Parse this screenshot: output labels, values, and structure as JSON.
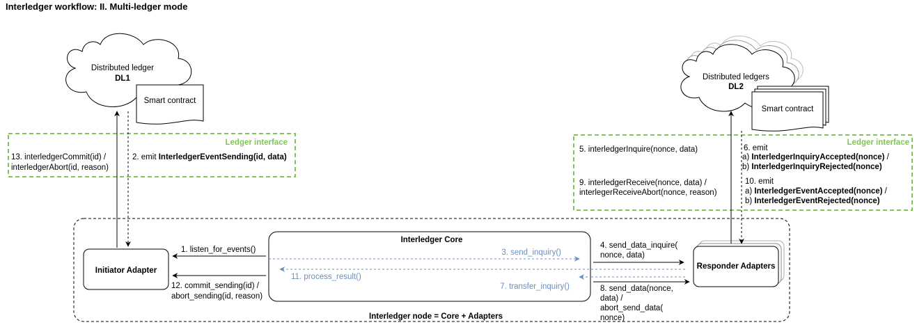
{
  "title": "Interledger workflow: II. Multi-ledger mode",
  "dl1": {
    "line1": "Distributed ledger",
    "line2": "DL1",
    "contract": "Smart contract"
  },
  "dl2": {
    "line1": "Distributed ledgers",
    "line2": "DL2",
    "contract": "Smart contract"
  },
  "interface_label": "Ledger interface",
  "left_interface": {
    "commit_line1": "13. interledgerCommit(id) /",
    "commit_line2": "interledgerAbort(id, reason)",
    "emit_prefix": "2. emit ",
    "emit_event": "InterledgerEventSending(id, data)"
  },
  "right_interface": {
    "inquire": "5. interledgerInquire(nonce, data)",
    "receive_line1": "9. interledgerReceive(nonce, data) /",
    "receive_line2": "interlegerReceiveAbort(nonce, reason)",
    "emit6": "6. emit",
    "emit6_a_prefix": "a) ",
    "emit6_a": "InterledgerInquiryAccepted(nonce)",
    "emit6_a_suffix": " /",
    "emit6_b_prefix": "b) ",
    "emit6_b": "InterledgerInquiryRejected(nonce)",
    "emit10": "10. emit",
    "emit10_a_prefix": "a) ",
    "emit10_a": "InterledgerEventAccepted(nonce)",
    "emit10_a_suffix": " /",
    "emit10_b_prefix": "b) ",
    "emit10_b": "InterledgerEventRejected(nonce)"
  },
  "node": {
    "label": "Interledger node = Core + Adapters",
    "core": "Interledger Core",
    "initiator": "Initiator Adapter",
    "responder": "Responder Adapters"
  },
  "arrows": {
    "listen": "1. listen_for_events()",
    "send_inquiry": "3. send_inquiry()",
    "inquire_line1": "4. send_data_inquire(",
    "inquire_line2": "nonce, data)",
    "process_result": "11. process_result()",
    "transfer_inquiry": "7. transfer_inquiry()",
    "commit_line1": "12. commit_sending(id) /",
    "commit_line2": "abort_sending(id, reason)",
    "send_data_line1": "8. send_data(nonce,",
    "send_data_line2": "data) /",
    "send_data_line3": "abort_send_data(",
    "send_data_line4": "nonce)"
  },
  "colors": {
    "interface": "#82c45a",
    "blue": "#6c8ebf",
    "ink": "#000000"
  }
}
